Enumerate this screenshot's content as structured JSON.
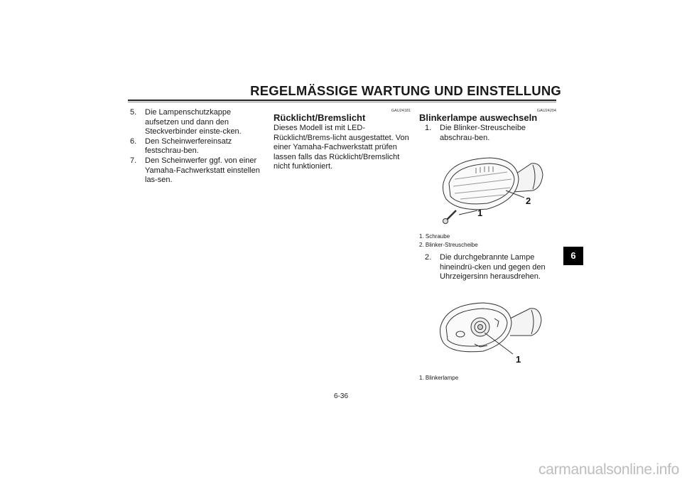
{
  "header": {
    "title": "REGELMÄSSIGE WARTUNG UND EINSTELLUNG"
  },
  "section_tab": "6",
  "left_column": {
    "steps": [
      {
        "num": "5.",
        "text": "Die Lampenschutzkappe aufsetzen und dann den Steckverbinder einste-cken."
      },
      {
        "num": "6.",
        "text": "Den Scheinwerfereinsatz festschrau-ben."
      },
      {
        "num": "7.",
        "text": "Den Scheinwerfer ggf. von einer Yamaha-Fachwerkstatt einstellen las-sen."
      }
    ]
  },
  "middle_column": {
    "code": "GAU24181",
    "heading": "Rücklicht/Bremslicht",
    "paragraph": "Dieses Modell ist mit LED-Rücklicht/Brems-licht ausgestattet. Von einer Yamaha-Fachwerkstatt prüfen lassen falls das Rücklicht/Bremslicht nicht funktioniert."
  },
  "right_column": {
    "code": "GAU24204",
    "heading": "Blinkerlampe auswechseln",
    "step1": {
      "num": "1.",
      "text": "Die Blinker-Streuscheibe abschrau-ben."
    },
    "figure1": {
      "callout_1": "1",
      "callout_2": "2"
    },
    "captions1": [
      "1. Schraube",
      "2. Blinker-Streuscheibe"
    ],
    "step2": {
      "num": "2.",
      "text": "Die durchgebrannte Lampe hineindrü-cken und gegen den Uhrzeigersinn herausdrehen."
    },
    "figure2": {
      "callout_1": "1"
    },
    "captions2": [
      "1. Blinkerlampe"
    ]
  },
  "footer": {
    "page_number": "6-36"
  },
  "watermark": "carmanualsonline.info"
}
